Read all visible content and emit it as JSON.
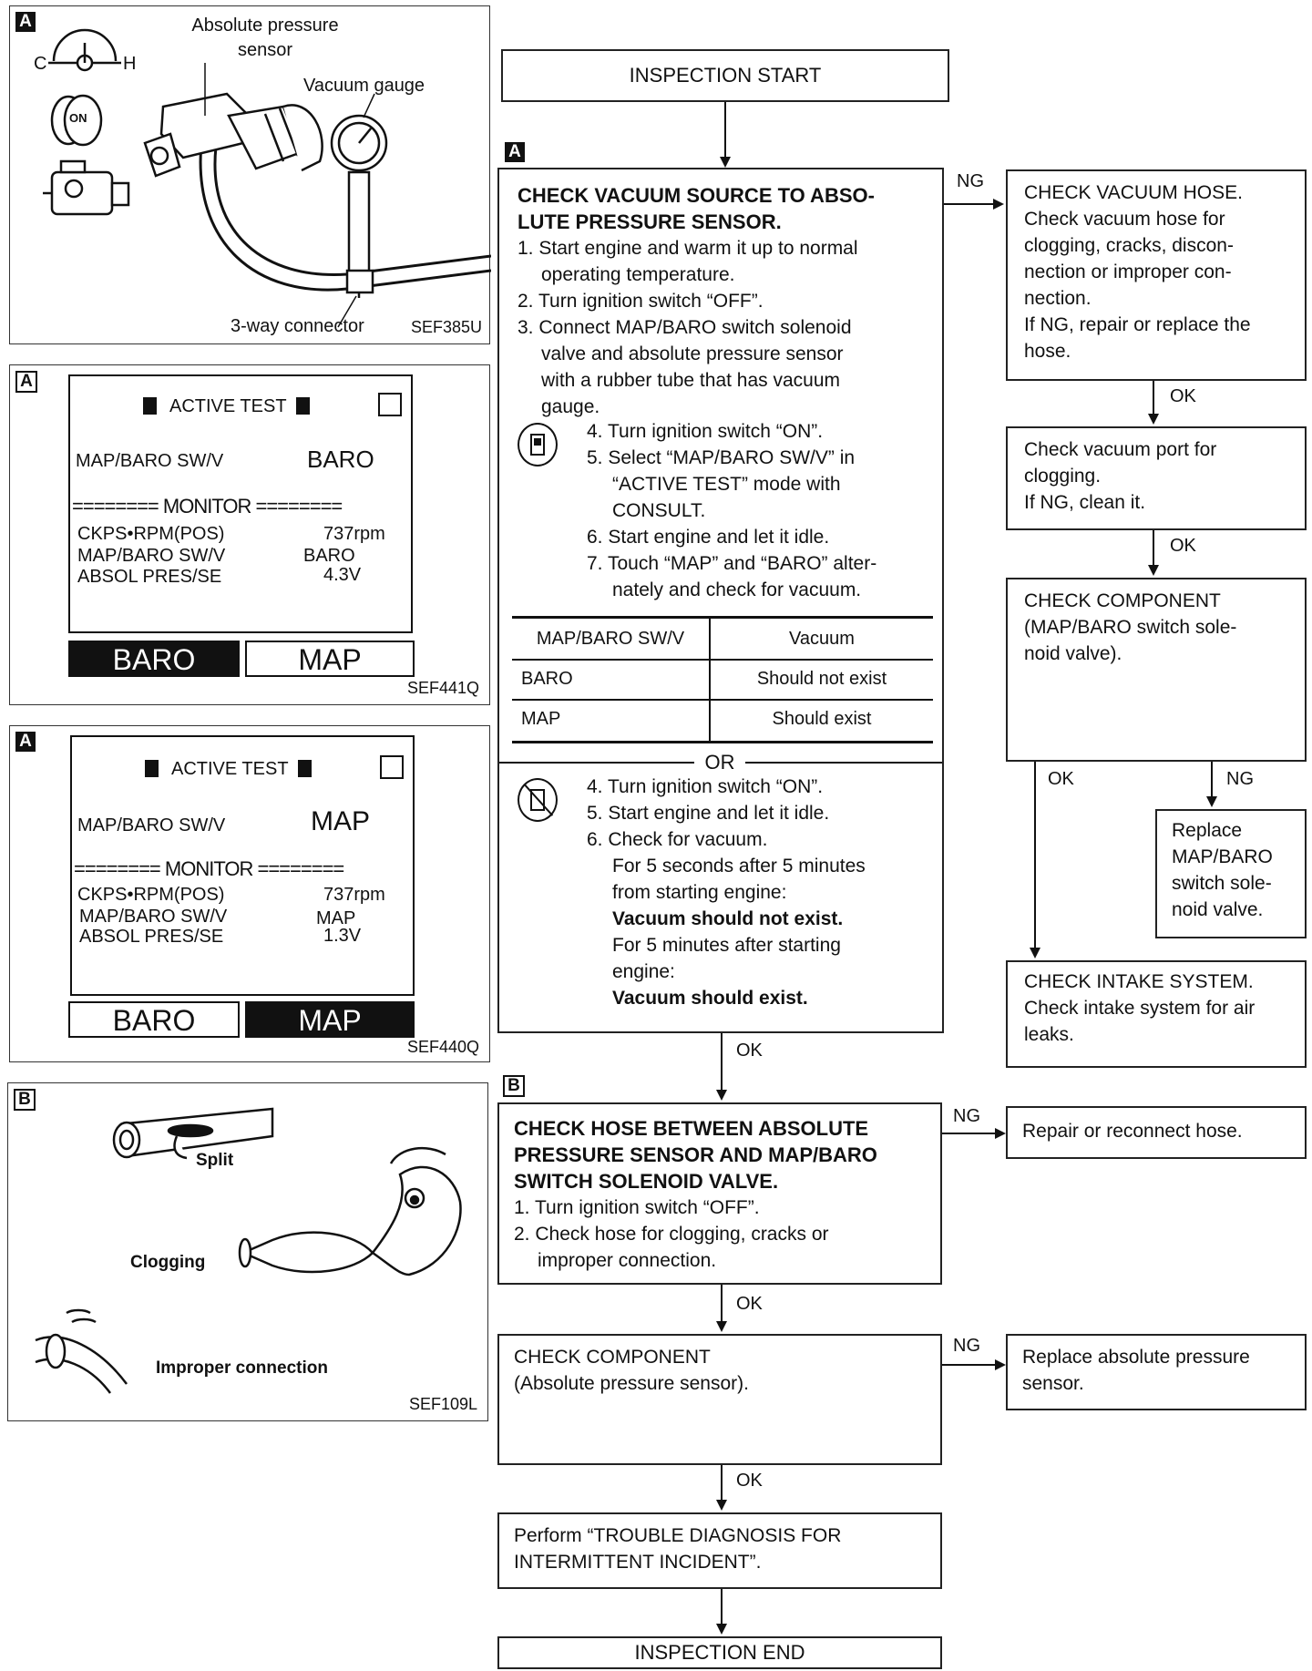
{
  "panel1": {
    "label": "A",
    "gauge_c": "C",
    "gauge_h": "H",
    "key_on": "ON",
    "sensor_label": "Absolute pressure sensor",
    "vacuum_gauge": "Vacuum gauge",
    "connector": "3-way connector",
    "code": "SEF385U"
  },
  "panel2": {
    "label": "A",
    "screen_title": "ACTIVE TEST",
    "item_name": "MAP/BARO SW/V",
    "item_value": "BARO",
    "monitor": "======== MONITOR ========",
    "rows": [
      {
        "name": "CKPS•RPM(POS)",
        "value": "737rpm"
      },
      {
        "name": "MAP/BARO SW/V",
        "value": "BARO"
      },
      {
        "name": "ABSOL PRES/SE",
        "value": "4.3V"
      }
    ],
    "btn_left": "BARO",
    "btn_right": "MAP",
    "code": "SEF441Q"
  },
  "panel3": {
    "label": "A",
    "screen_title": "ACTIVE TEST",
    "item_name": "MAP/BARO SW/V",
    "item_value": "MAP",
    "monitor": "======== MONITOR ========",
    "rows": [
      {
        "name": "CKPS•RPM(POS)",
        "value": "737rpm"
      },
      {
        "name": "MAP/BARO SW/V",
        "value": "MAP"
      },
      {
        "name": "ABSOL PRES/SE",
        "value": "1.3V"
      }
    ],
    "btn_left": "BARO",
    "btn_right": "MAP",
    "code": "SEF440Q"
  },
  "panel4": {
    "label": "B",
    "split": "Split",
    "clogging": "Clogging",
    "improper": "Improper connection",
    "code": "SEF109L"
  },
  "flow": {
    "start": "INSPECTION START",
    "label_a": "A",
    "label_b": "B",
    "box1_title_1": "CHECK VACUUM SOURCE TO ABSO-",
    "box1_title_2": "LUTE PRESSURE SENSOR.",
    "box1_steps": [
      "1. Start engine and warm it up to normal",
      "operating temperature.",
      "2. Turn ignition switch “OFF”.",
      "3. Connect MAP/BARO switch solenoid",
      "valve and absolute pressure sensor",
      "with a rubber tube that has vacuum",
      "gauge."
    ],
    "box1_consult_steps": [
      "4. Turn ignition switch “ON”.",
      "5. Select “MAP/BARO SW/V” in",
      "“ACTIVE TEST” mode with",
      "CONSULT.",
      "6. Start engine and let it idle.",
      "7. Touch “MAP” and “BARO” alter-",
      "nately and check for vacuum."
    ],
    "table": {
      "headers": [
        "MAP/BARO SW/V",
        "Vacuum"
      ],
      "rows": [
        [
          "BARO",
          "Should not exist"
        ],
        [
          "MAP",
          "Should exist"
        ]
      ]
    },
    "or": "OR",
    "box1_alt_steps": [
      "4. Turn ignition switch “ON”.",
      "5. Start engine and let it idle.",
      "6. Check for vacuum.",
      "For 5 seconds after 5 minutes",
      "from starting engine:",
      "Vacuum should not exist.",
      "For 5 minutes after starting",
      "engine:",
      "Vacuum should exist."
    ],
    "vac_hose": [
      "CHECK VACUUM HOSE.",
      "Check vacuum hose for",
      "clogging, cracks, discon-",
      "nection or improper con-",
      "nection.",
      "If NG, repair or replace the",
      "hose."
    ],
    "vac_port": [
      "Check vacuum port for",
      "clogging.",
      "If NG, clean it."
    ],
    "component1": [
      "CHECK COMPONENT",
      "(MAP/BARO switch sole-",
      "noid valve)."
    ],
    "replace_sv": [
      "Replace",
      "MAP/BARO",
      "switch sole-",
      "noid valve."
    ],
    "intake": [
      "CHECK INTAKE SYSTEM.",
      "Check intake system for air",
      "leaks."
    ],
    "box2_title": [
      "CHECK HOSE BETWEEN ABSOLUTE",
      "PRESSURE SENSOR AND MAP/BARO",
      "SWITCH SOLENOID VALVE."
    ],
    "box2_steps": [
      "1. Turn ignition switch “OFF”.",
      "2. Check hose for clogging, cracks or",
      "improper connection."
    ],
    "repair_hose": "Repair or reconnect hose.",
    "component2": [
      "CHECK COMPONENT",
      "(Absolute pressure sensor)."
    ],
    "replace_aps": [
      "Replace absolute pressure",
      "sensor."
    ],
    "perform": [
      "Perform “TROUBLE DIAGNOSIS FOR",
      "INTERMITTENT INCIDENT”."
    ],
    "end": "INSPECTION END",
    "ok": "OK",
    "ng": "NG"
  }
}
